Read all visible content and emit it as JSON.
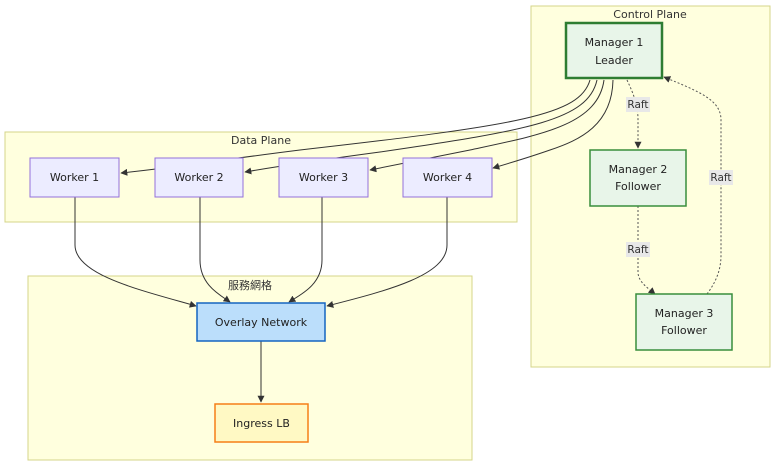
{
  "clusters": {
    "control_plane": {
      "label": "Control Plane"
    },
    "data_plane": {
      "label": "Data Plane"
    },
    "service_mesh": {
      "label": "服務網格"
    }
  },
  "nodes": {
    "manager1": {
      "line1": "Manager 1",
      "line2": "Leader",
      "fill": "#e8f5e9",
      "stroke": "#2e7d32"
    },
    "manager2": {
      "line1": "Manager 2",
      "line2": "Follower",
      "fill": "#e8f5e9",
      "stroke": "#388e3c"
    },
    "manager3": {
      "line1": "Manager 3",
      "line2": "Follower",
      "fill": "#e8f5e9",
      "stroke": "#388e3c"
    },
    "worker1": {
      "label": "Worker 1",
      "fill": "#ececff",
      "stroke": "#9370db"
    },
    "worker2": {
      "label": "Worker 2",
      "fill": "#ececff",
      "stroke": "#9370db"
    },
    "worker3": {
      "label": "Worker 3",
      "fill": "#ececff",
      "stroke": "#9370db"
    },
    "worker4": {
      "label": "Worker 4",
      "fill": "#ececff",
      "stroke": "#9370db"
    },
    "overlay": {
      "label": "Overlay Network",
      "fill": "#bbdefb",
      "stroke": "#1565c0"
    },
    "ingress": {
      "label": "Ingress LB",
      "fill": "#fff9c4",
      "stroke": "#f57f17"
    }
  },
  "edges": [
    {
      "from": "manager1",
      "to": "worker1",
      "style": "solid"
    },
    {
      "from": "manager1",
      "to": "worker2",
      "style": "solid"
    },
    {
      "from": "manager1",
      "to": "worker3",
      "style": "solid"
    },
    {
      "from": "manager1",
      "to": "worker4",
      "style": "solid"
    },
    {
      "from": "manager1",
      "to": "manager2",
      "style": "dotted",
      "label": "Raft"
    },
    {
      "from": "manager2",
      "to": "manager3",
      "style": "dotted",
      "label": "Raft"
    },
    {
      "from": "manager3",
      "to": "manager1",
      "style": "dotted",
      "label": "Raft"
    },
    {
      "from": "worker1",
      "to": "overlay",
      "style": "solid"
    },
    {
      "from": "worker2",
      "to": "overlay",
      "style": "solid"
    },
    {
      "from": "worker3",
      "to": "overlay",
      "style": "solid"
    },
    {
      "from": "worker4",
      "to": "overlay",
      "style": "solid"
    },
    {
      "from": "overlay",
      "to": "ingress",
      "style": "solid"
    }
  ]
}
